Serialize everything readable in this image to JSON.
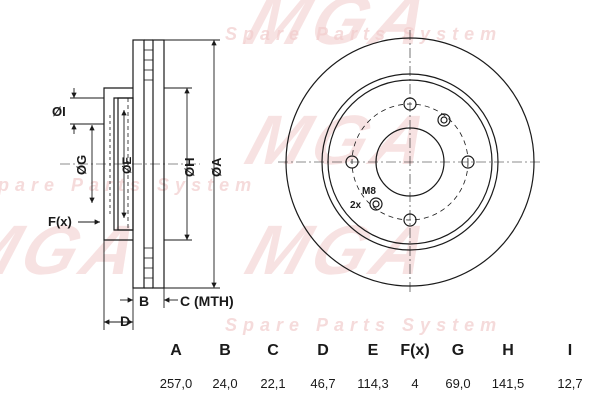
{
  "watermark": {
    "brand": "MGA",
    "tagline": "Spare Parts System"
  },
  "side_view": {
    "labels": {
      "I": "ØI",
      "G": "ØG",
      "E": "ØE",
      "H": "ØH",
      "A": "ØA",
      "F": "F(x)",
      "B": "B",
      "C": "C (MTH)",
      "D": "D"
    }
  },
  "front_view": {
    "bolt_label": "M8",
    "bolt_count": "2x"
  },
  "spec_table": {
    "headers": [
      "A",
      "B",
      "C",
      "D",
      "E",
      "F(x)",
      "G",
      "H",
      "I"
    ],
    "values": [
      "257,0",
      "24,0",
      "22,1",
      "46,7",
      "114,3",
      "4",
      "69,0",
      "141,5",
      "12,7"
    ]
  },
  "colors": {
    "line": "#1a1a1a",
    "watermark": "#f2cccc"
  }
}
